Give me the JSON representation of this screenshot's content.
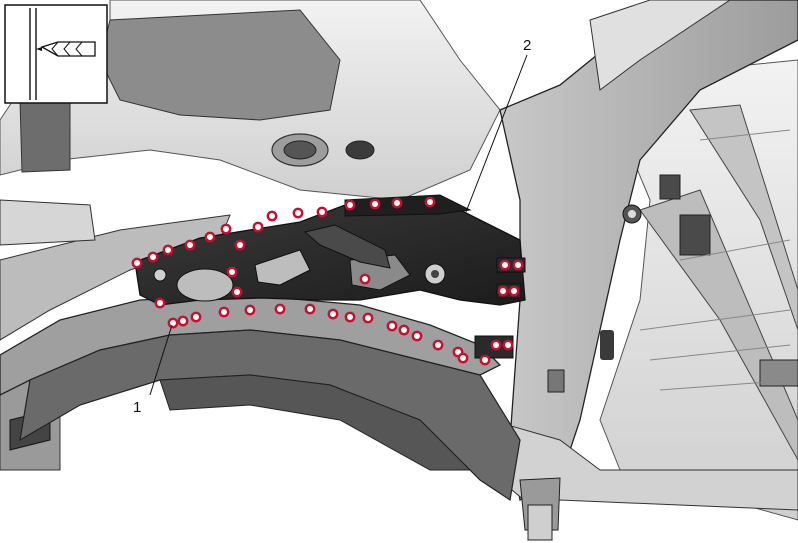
{
  "callouts": [
    {
      "id": "callout-1",
      "label": "1"
    },
    {
      "id": "callout-2",
      "label": "2"
    }
  ],
  "inset_icon": "drill-through-panel-icon",
  "colors": {
    "weld_marker_outline": "#c8102e",
    "weld_marker_fill": "#ffffff",
    "body_light": "#e4e4e4",
    "body_mid": "#b9b9b9",
    "body_dark": "#2a2a2a",
    "line": "#1a1a1a"
  }
}
